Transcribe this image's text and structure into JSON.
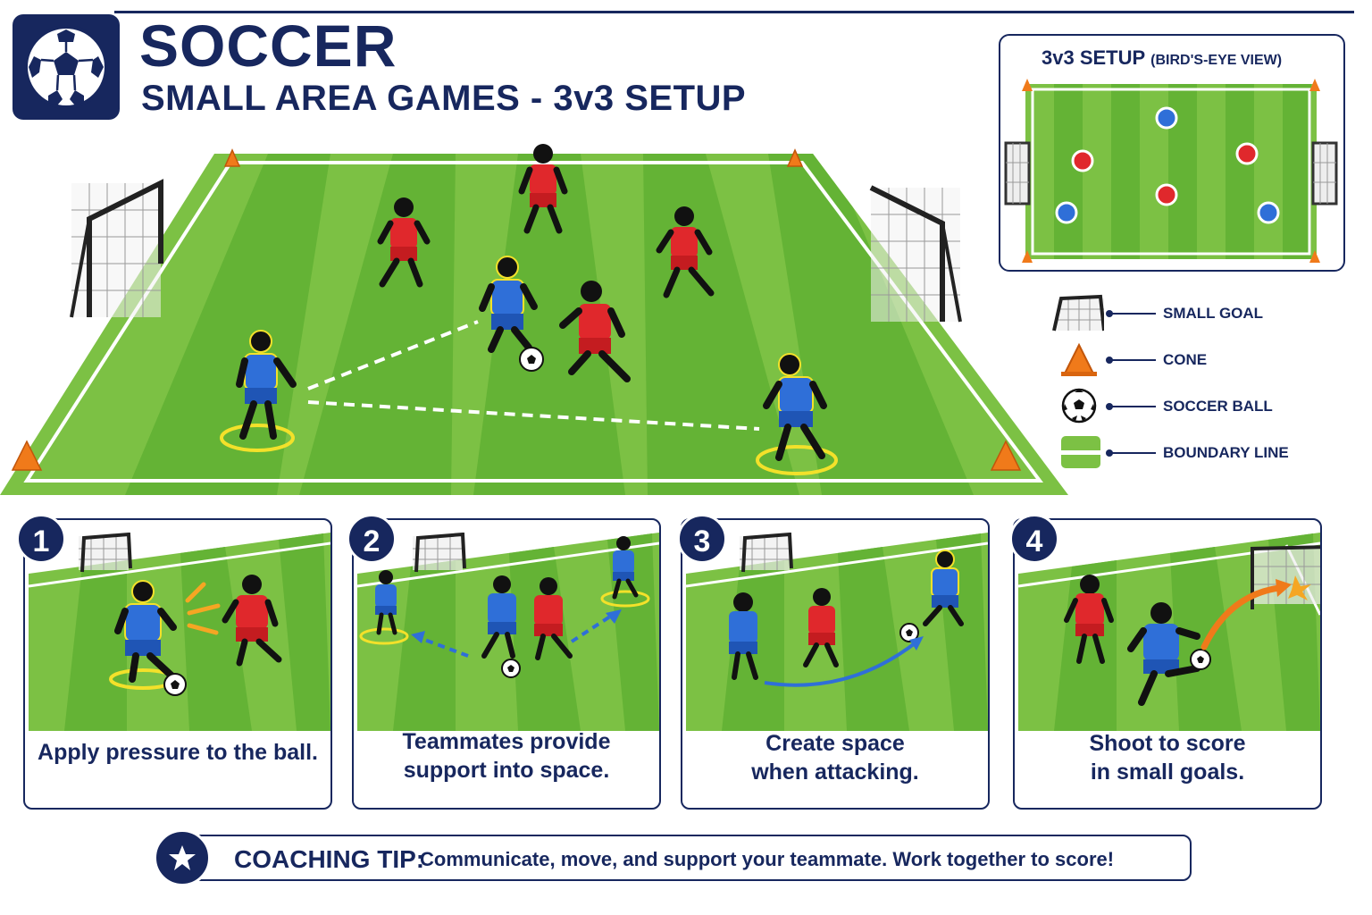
{
  "header": {
    "title": "SOCCER",
    "subtitle": "SMALL AREA GAMES - 3v3 SETUP"
  },
  "icons": {
    "logo": "soccer-ball-icon",
    "goal": "goal-icon",
    "cone": "cone-icon",
    "ball": "soccer-ball-icon",
    "boundary": "boundary-line-icon",
    "tip": "star-icon"
  },
  "colors": {
    "navy": "#17275e",
    "grass_light": "#7cc144",
    "grass_dark": "#5fae32",
    "team_blue": "#2f6fd8",
    "team_red": "#e0282c",
    "cone_orange": "#f07a1a",
    "highlight_yellow": "#f3e12a"
  },
  "inset": {
    "title": "3v3 SETUP",
    "title_note": "(BIRD'S-EYE VIEW)"
  },
  "legend": [
    {
      "icon": "goal-icon",
      "label": "SMALL GOAL"
    },
    {
      "icon": "cone-icon",
      "label": "CONE"
    },
    {
      "icon": "soccer-ball-icon",
      "label": "SOCCER BALL"
    },
    {
      "icon": "boundary-line-icon",
      "label": "BOUNDARY LINE"
    }
  ],
  "steps": [
    {
      "number": "1",
      "lines": [
        "Apply pressure to the ball."
      ]
    },
    {
      "number": "2",
      "lines": [
        "Teammates provide",
        "support into space."
      ]
    },
    {
      "number": "3",
      "lines": [
        "Create space",
        "when attacking."
      ]
    },
    {
      "number": "4",
      "lines": [
        "Shoot to score",
        "in small goals."
      ]
    }
  ],
  "tip": {
    "label": "COACHING TIP:",
    "text": "Communicate, move, and support your teammate. Work together to score!"
  }
}
